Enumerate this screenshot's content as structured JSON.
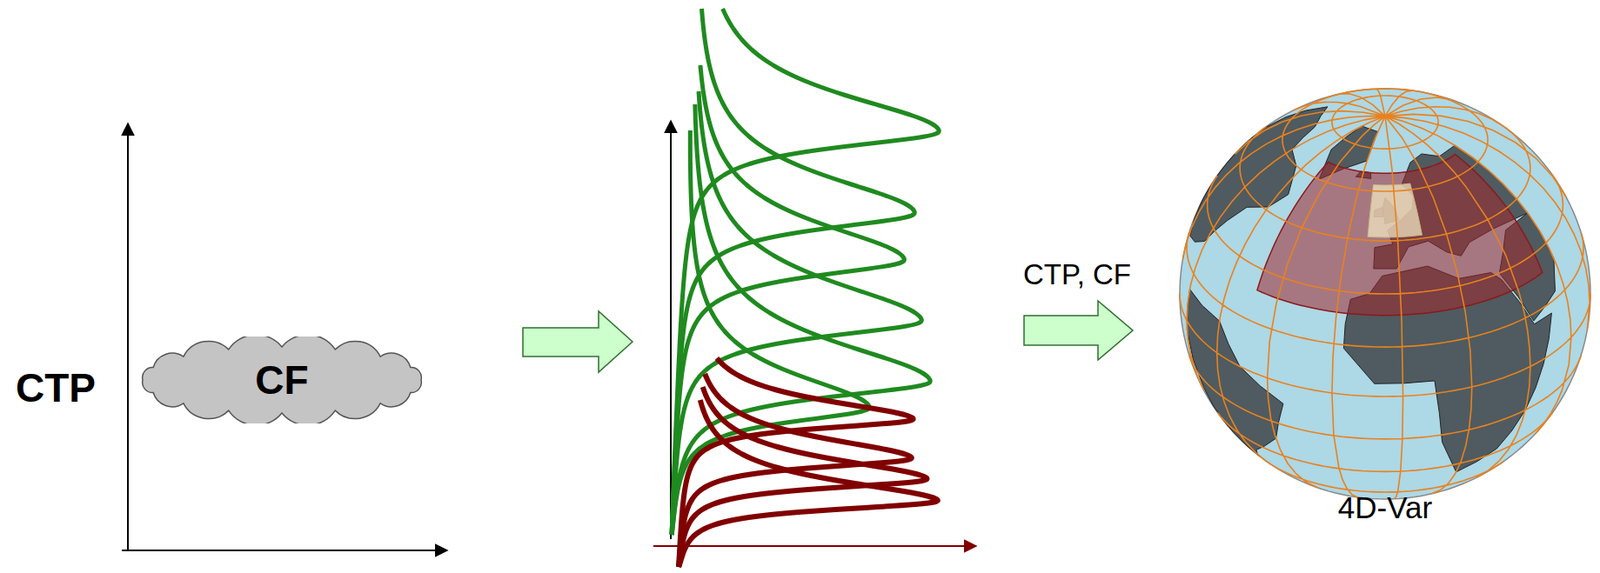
{
  "diagram": {
    "nodes": [
      {
        "text": [
          "CF"
        ]
      },
      {
        "text": [
          "4D-Var"
        ]
      }
    ],
    "labels": [
      "CTP",
      "CTP, CF"
    ]
  }
}
